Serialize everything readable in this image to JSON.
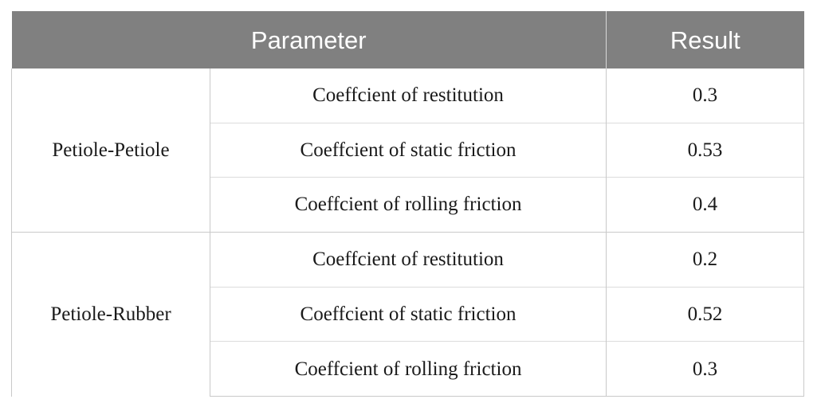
{
  "table": {
    "columns": [
      "Parameter",
      "Result"
    ],
    "header": {
      "parameter_label": "Parameter",
      "result_label": "Result"
    },
    "groups": [
      {
        "label": "Petiole-Petiole",
        "rows": [
          {
            "parameter": "Coeffcient of restitution",
            "result": "0.3"
          },
          {
            "parameter": "Coeffcient of static friction",
            "result": "0.53"
          },
          {
            "parameter": "Coeffcient of rolling friction",
            "result": "0.4"
          }
        ]
      },
      {
        "label": "Petiole-Rubber",
        "rows": [
          {
            "parameter": "Coeffcient of restitution",
            "result": "0.2"
          },
          {
            "parameter": "Coeffcient of static friction",
            "result": "0.52"
          },
          {
            "parameter": "Coeffcient of rolling friction",
            "result": "0.3"
          }
        ]
      }
    ]
  },
  "colors": {
    "header_background": "#808080",
    "header_text": "#ffffff",
    "body_text": "#1a1a1a",
    "border": "#c9c9c9",
    "inner_border": "#dcdcdc",
    "page_background": "#ffffff"
  }
}
